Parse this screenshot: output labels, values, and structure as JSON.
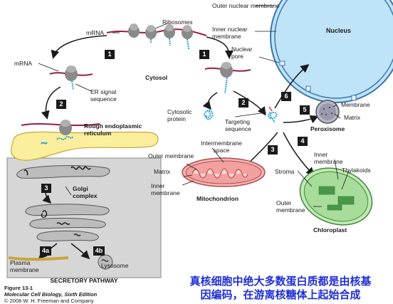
{
  "labels": {
    "outer_nuclear_membrane": "Outer nuclear membrane",
    "inner_nuclear_membrane": "Inner nuclear membrane",
    "nucleus": "Nucleus",
    "nuclear_pore": "Nuclear pore",
    "ribosomes": "Ribosomes",
    "mrna_top": "mRNA",
    "mrna_left": "mRNA",
    "cytosol": "Cytosol",
    "er_signal_sequence": "ER signal sequence",
    "cytosolic_protein": "Cytosolic protein",
    "targeting_sequence": "Targeting sequence",
    "membrane": "Membrane",
    "matrix_perox": "Matrix",
    "peroxisome": "Peroxisome",
    "rough_er": "Rough endoplasmic reticulum",
    "intermembrane_space": "Intermembrane space",
    "outer_membrane_mito": "Outer membrane",
    "matrix_mito": "Matrix",
    "inner_membrane_mito": "Inner membrane",
    "mitochondrion": "Mitochondrion",
    "inner_membrane_chloro": "Inner membrane",
    "thylakoids": "Thylakoids",
    "stroma": "Stroma",
    "outer_membrane_chloro": "Outer membrane",
    "chloroplast": "Chloroplast",
    "golgi_complex": "Golgi complex",
    "plasma_membrane": "Plasma membrane",
    "lysosome": "Lysosome",
    "secretory_pathway": "SECRETORY PATHWAY"
  },
  "steps": {
    "s1a": "1",
    "s1b": "1",
    "s2a": "2",
    "s2b": "2",
    "s3a": "3",
    "s3b": "3",
    "s4": "4",
    "s5": "5",
    "s6": "6",
    "s4a": "4a",
    "s4b": "4b"
  },
  "figure": {
    "number": "Figure 13-1",
    "book": "Molecular Cell Biology, Sixth Edition",
    "copyright": "© 2008 W. H. Freeman and Company"
  },
  "caption": {
    "line1": "真核细胞中绝大多数蛋白质都是由核基",
    "line2": "因编码，在游离核糖体上起始合成"
  },
  "colors": {
    "nucleus": "#bfe3f7",
    "er": "#fbee9c",
    "golgi": "#c8c8c8",
    "secretory_bg": "#d6d6d6",
    "mitochondrion": "#f2a0a0",
    "chloroplast": "#a8dc9a",
    "peptide": "#2aa6d8",
    "mrna": "#9b1b4a",
    "caption": "#1f2fd6"
  }
}
